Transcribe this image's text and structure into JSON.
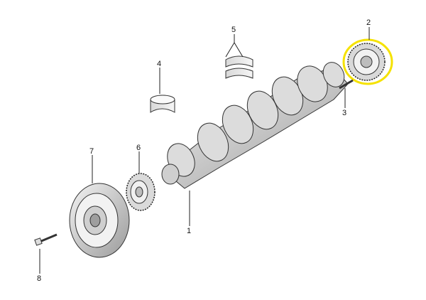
{
  "callouts": [
    {
      "id": "1",
      "label": "1"
    },
    {
      "id": "2",
      "label": "2"
    },
    {
      "id": "3",
      "label": "3"
    },
    {
      "id": "4",
      "label": "4"
    },
    {
      "id": "5",
      "label": "5"
    },
    {
      "id": "6",
      "label": "6"
    },
    {
      "id": "7",
      "label": "7"
    },
    {
      "id": "8",
      "label": "8"
    }
  ],
  "highlight": {
    "color": "#f5e200"
  },
  "colors": {
    "line": "#222222",
    "part_fill": "#e9e9e9",
    "part_dark": "#8a8a8a"
  }
}
